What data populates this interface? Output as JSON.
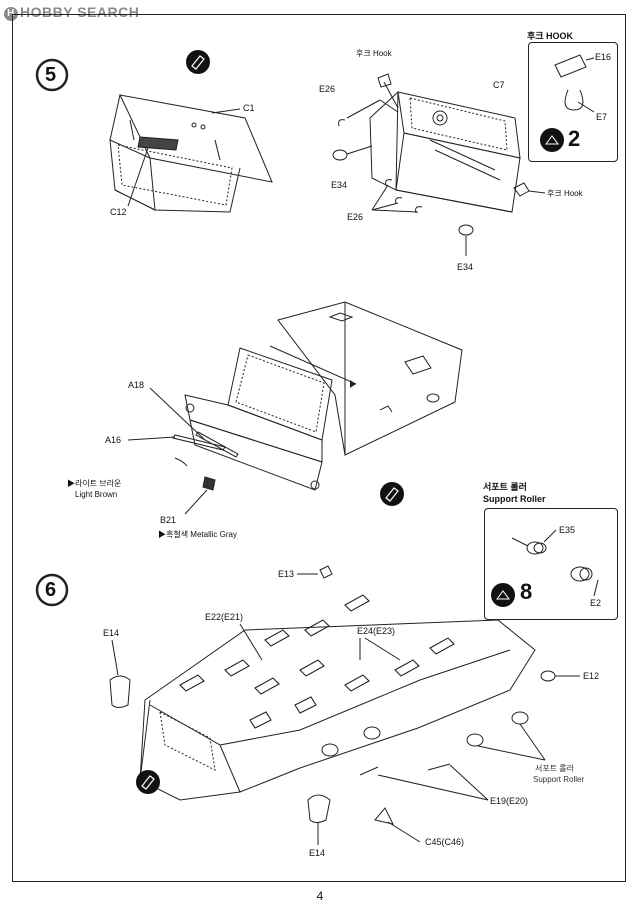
{
  "watermark": "HOBBY SEARCH",
  "watermark_mark": "H",
  "page_number": "4",
  "steps": {
    "step5": "5",
    "step6": "6"
  },
  "labels": {
    "c1": "C1",
    "c12": "C12",
    "hook_top": "후크 Hook",
    "e26_top": "E26",
    "c7": "C7",
    "e34_left": "E34",
    "e26_multi": "E26",
    "hook_right": "후크 Hook",
    "e34_bottom": "E34",
    "a18": "A18",
    "a16": "A16",
    "light_brown_kr": "▶라이트 브라운",
    "light_brown_en": "Light Brown",
    "b21": "B21",
    "metallic_gray": "▶흑철색 Metallic Gray",
    "e13": "E13",
    "e22": "E22(E21)",
    "e24": "E24(E23)",
    "e14_top": "E14",
    "e12": "E12",
    "support_roller_kr": "서포트 롤러",
    "support_roller_en": "Support Roller",
    "e19": "E19(E20)",
    "c45": "C45(C46)",
    "e14_bottom": "E14"
  },
  "hook_inset": {
    "title": "후크 HOOK",
    "e16": "E16",
    "e7": "E7",
    "count": "2"
  },
  "roller_inset": {
    "title_kr": "서포트 롤러",
    "title_en": "Support Roller",
    "e35": "E35",
    "e2": "E2",
    "count": "8"
  }
}
